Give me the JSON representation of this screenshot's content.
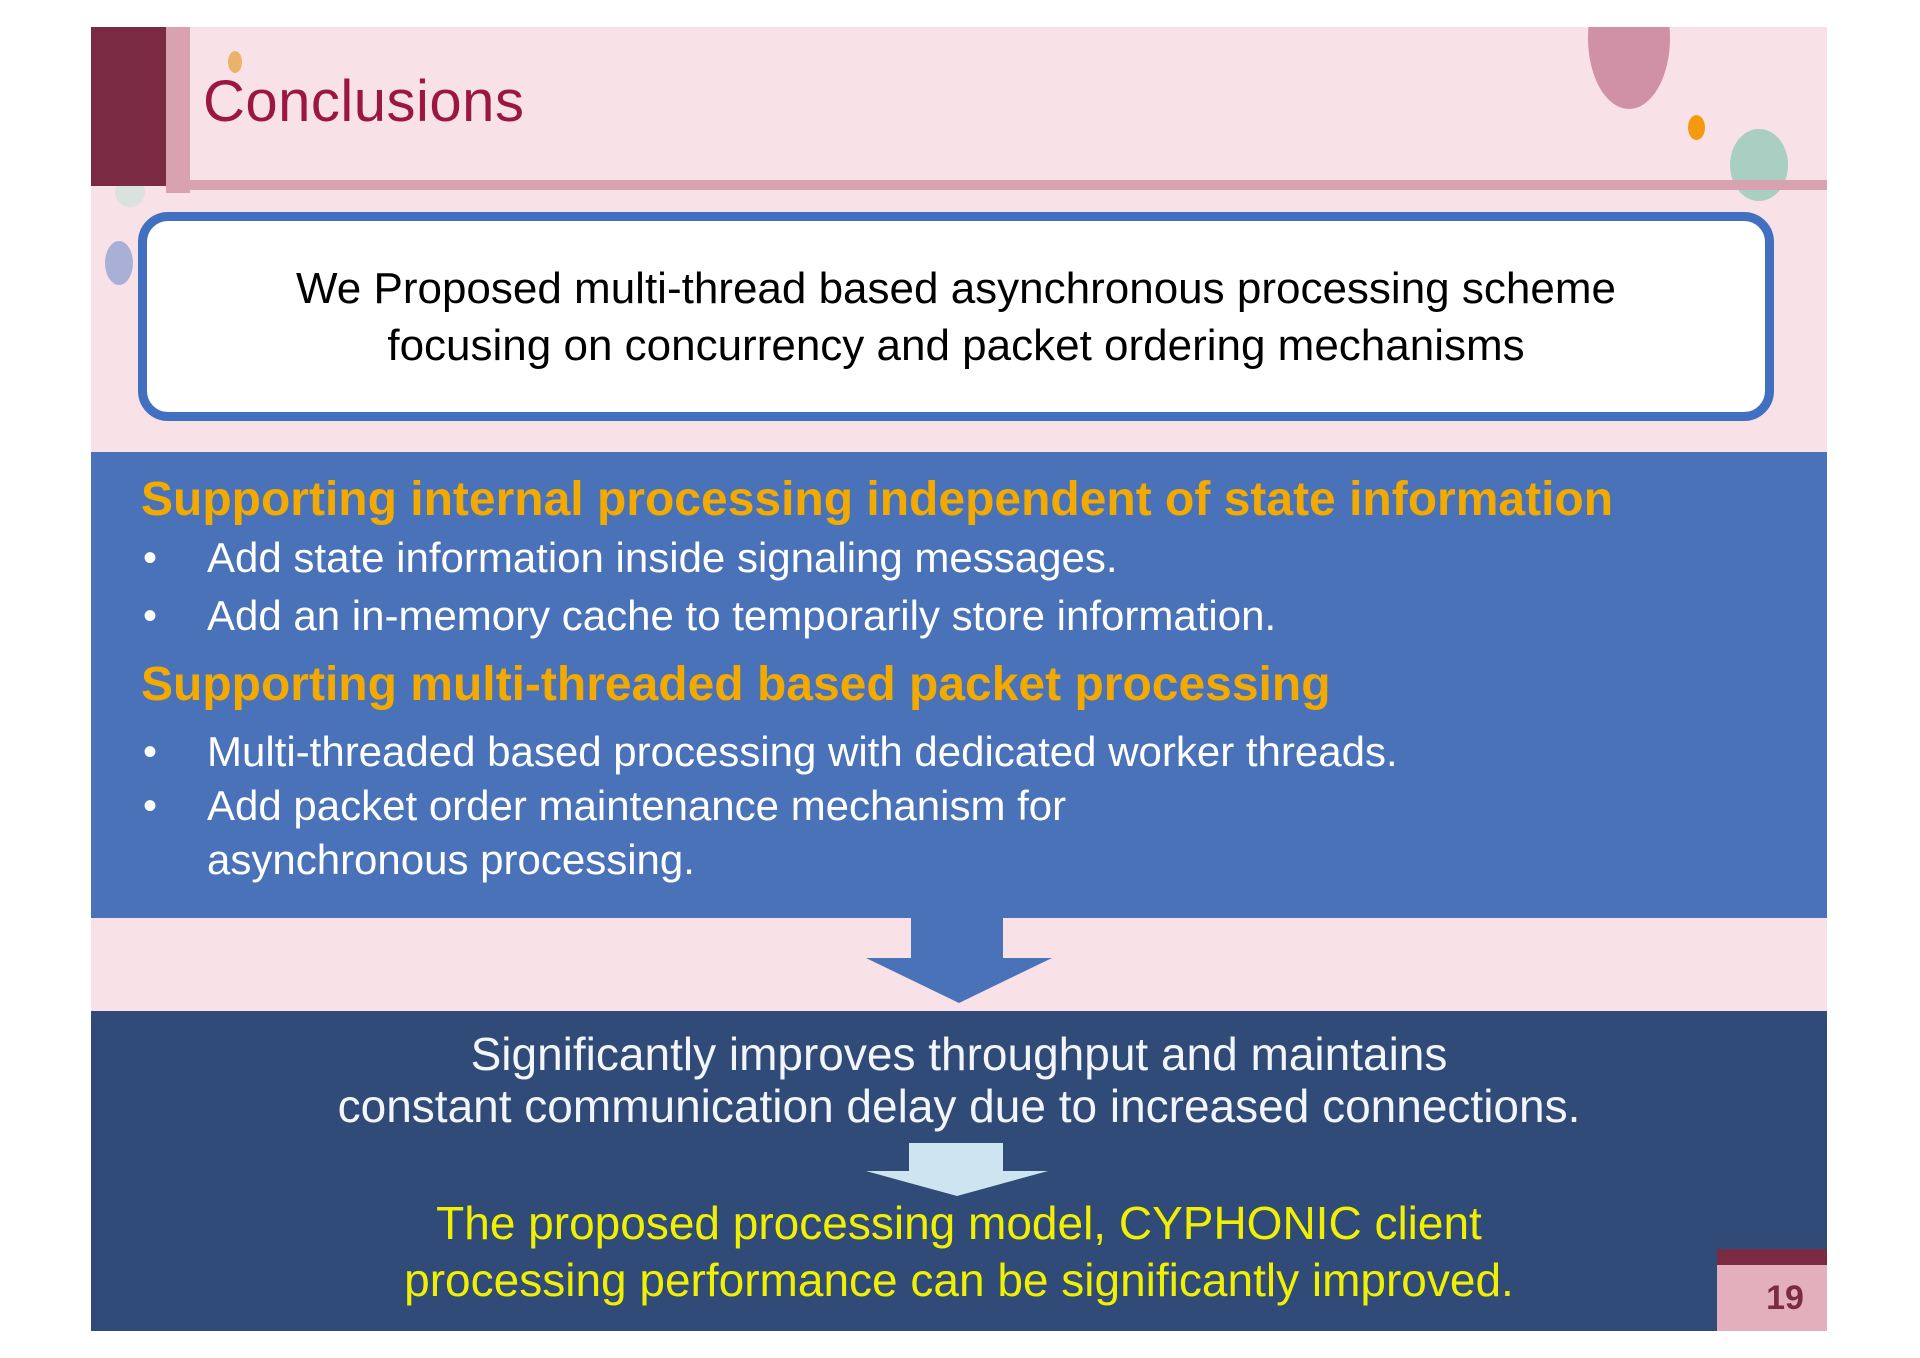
{
  "slide": {
    "title": "Conclusions",
    "bullet_char": "•",
    "page_number": "19",
    "summary_box": {
      "line1": "We Proposed multi-thread based asynchronous processing scheme",
      "line2": "focusing on concurrency and packet ordering mechanisms"
    },
    "panel1": {
      "heading1": "Supporting internal processing independent of state information",
      "bullet1": "Add state information inside signaling messages.",
      "bullet2": "Add an in-memory cache to temporarily store information.",
      "heading2": "Supporting multi-threaded based packet processing",
      "bullet3": "Multi-threaded based processing with dedicated worker threads.",
      "bullet4": "Add packet order maintenance mechanism for\nasynchronous processing."
    },
    "result": {
      "line1": "Significantly improves throughput and maintains",
      "line2": "constant communication delay due to increased connections."
    },
    "conclusion": {
      "line1": "The proposed processing model, CYPHONIC client",
      "line2": "processing performance can be significantly improved."
    },
    "colors": {
      "slide_background": "#F8E1E7",
      "header_maroon": "#7B2A44",
      "rose": "#D9A2B1",
      "title_text": "#9B1743",
      "box_border_blue": "#4270C0",
      "panel_blue": "#4A72B9",
      "heading_orange": "#F2A900",
      "panel_navy": "#304B78",
      "conclusion_yellow": "#F0F000",
      "pale_arrow": "#CCE5F0",
      "badge_pink": "#E4AFBD"
    }
  }
}
